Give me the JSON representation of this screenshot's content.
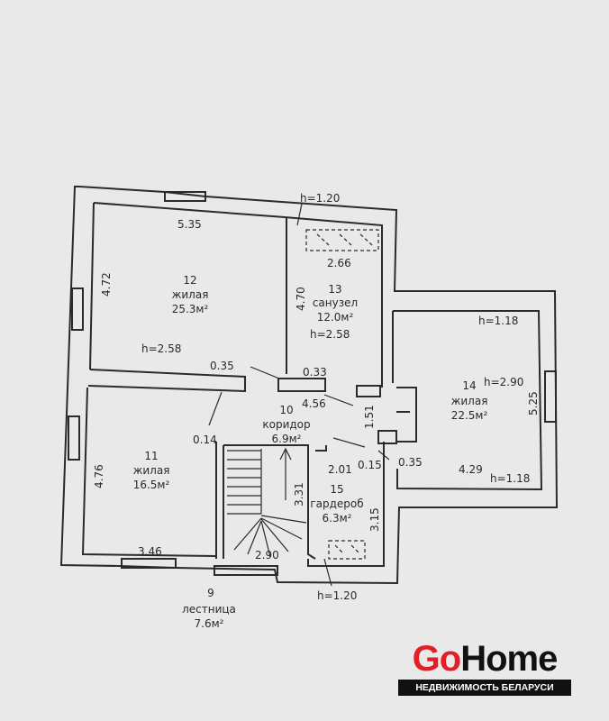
{
  "rooms": {
    "r12": {
      "num": "12",
      "name": "жилая",
      "area": "25.3м²"
    },
    "r13": {
      "num": "13",
      "name": "санузел",
      "area": "12.0м²"
    },
    "r14": {
      "num": "14",
      "name": "жилая",
      "area": "22.5м²"
    },
    "r10": {
      "num": "10",
      "name": "коридор",
      "area": "6.9м²"
    },
    "r11": {
      "num": "11",
      "name": "жилая",
      "area": "16.5м²"
    },
    "r15": {
      "num": "15",
      "name": "гардероб",
      "area": "6.3м²"
    },
    "r9": {
      "num": "9",
      "name": "лестница",
      "area": "7.6м²"
    }
  },
  "dims": {
    "d535": "5.35",
    "d472": "4.72",
    "d470": "4.70",
    "d266": "2.66",
    "h120_top": "h=1.20",
    "h258_a": "h=2.58",
    "h258_b": "h=2.58",
    "h118_top": "h=1.18",
    "h290": "h=2.90",
    "d525": "5.25",
    "d429": "4.29",
    "h118_bot": "h=1.18",
    "d035_a": "0.35",
    "d033": "0.33",
    "d456": "4.56",
    "d151": "1.51",
    "d014": "0.14",
    "d476": "4.76",
    "d201": "2.01",
    "d015": "0.15",
    "d035_b": "0.35",
    "d331": "3.31",
    "d315": "3.15",
    "d346": "3.46",
    "d290": "2.90",
    "h120_bot": "h=1.20"
  },
  "brand": {
    "go": "Go",
    "home": "Home",
    "tagline": "НЕДВИЖИМОСТЬ БЕЛАРУСИ"
  },
  "colors": {
    "paper": "#e9e9e9",
    "line": "#2a2a2a",
    "brand_red": "#e41e26",
    "brand_dark": "#111111"
  }
}
